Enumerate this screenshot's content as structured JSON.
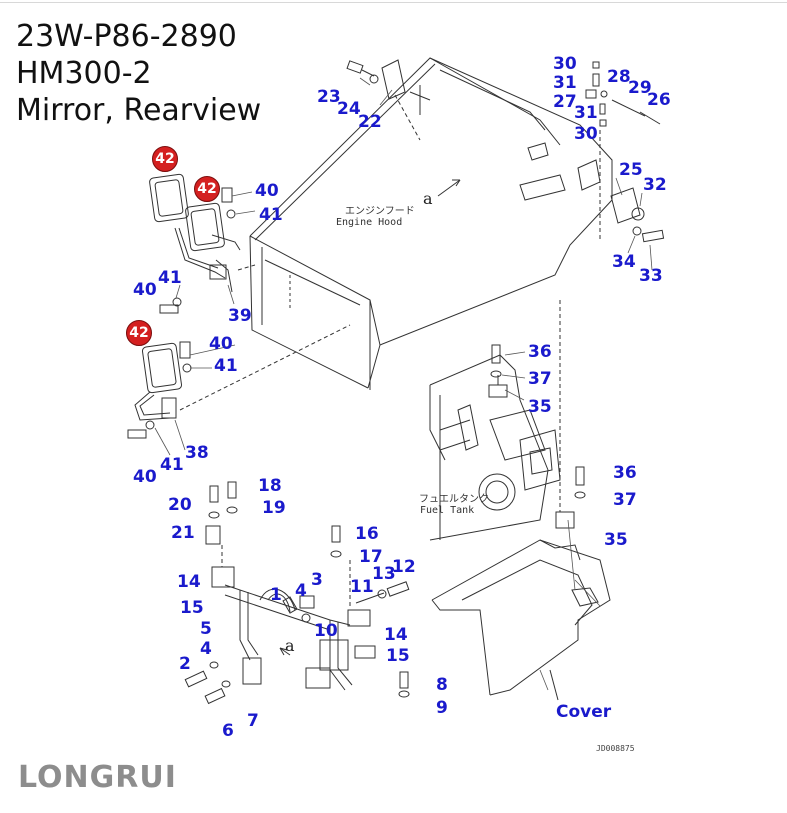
{
  "title": {
    "part_number": "23W-P86-2890",
    "model": "HM300-2",
    "description": "Mirror, Rearview"
  },
  "labels": {
    "engine_hood_jp": "エンジンフード",
    "engine_hood_en": "Engine Hood",
    "fuel_tank_jp": "フュエルタンク",
    "fuel_tank_en": "Fuel Tank",
    "cover": "Cover",
    "view_ref_a": "a",
    "drawing_code": "JD008875",
    "logo": "LONGRUI"
  },
  "badges": [
    "42",
    "42",
    "42"
  ],
  "callouts": [
    "30",
    "31",
    "28",
    "29",
    "27",
    "26",
    "31",
    "30",
    "23",
    "24",
    "22",
    "25",
    "32",
    "34",
    "33",
    "40",
    "41",
    "41",
    "40",
    "39",
    "40",
    "41",
    "40",
    "41",
    "38",
    "36",
    "37",
    "35",
    "36",
    "37",
    "35",
    "18",
    "20",
    "19",
    "21",
    "16",
    "17",
    "13",
    "12",
    "11",
    "14",
    "15",
    "1",
    "4",
    "3",
    "5",
    "4",
    "2",
    "6",
    "7",
    "10",
    "14",
    "15",
    "8",
    "9"
  ],
  "colors": {
    "callout": "#1a1acc",
    "badge": "#d42020",
    "line": "#333333",
    "logo": "#8d8d8d"
  }
}
